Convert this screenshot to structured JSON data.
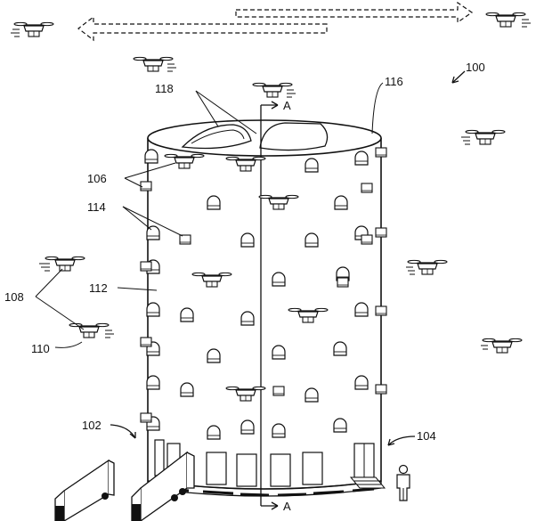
{
  "figure": {
    "refs": {
      "r100": "100",
      "r102": "102",
      "r104": "104",
      "r106": "106",
      "r108": "108",
      "r110": "110",
      "r112": "112",
      "r114": "114",
      "r116": "116",
      "r118": "118"
    },
    "section_label_top": "A",
    "section_label_bottom": "A"
  }
}
